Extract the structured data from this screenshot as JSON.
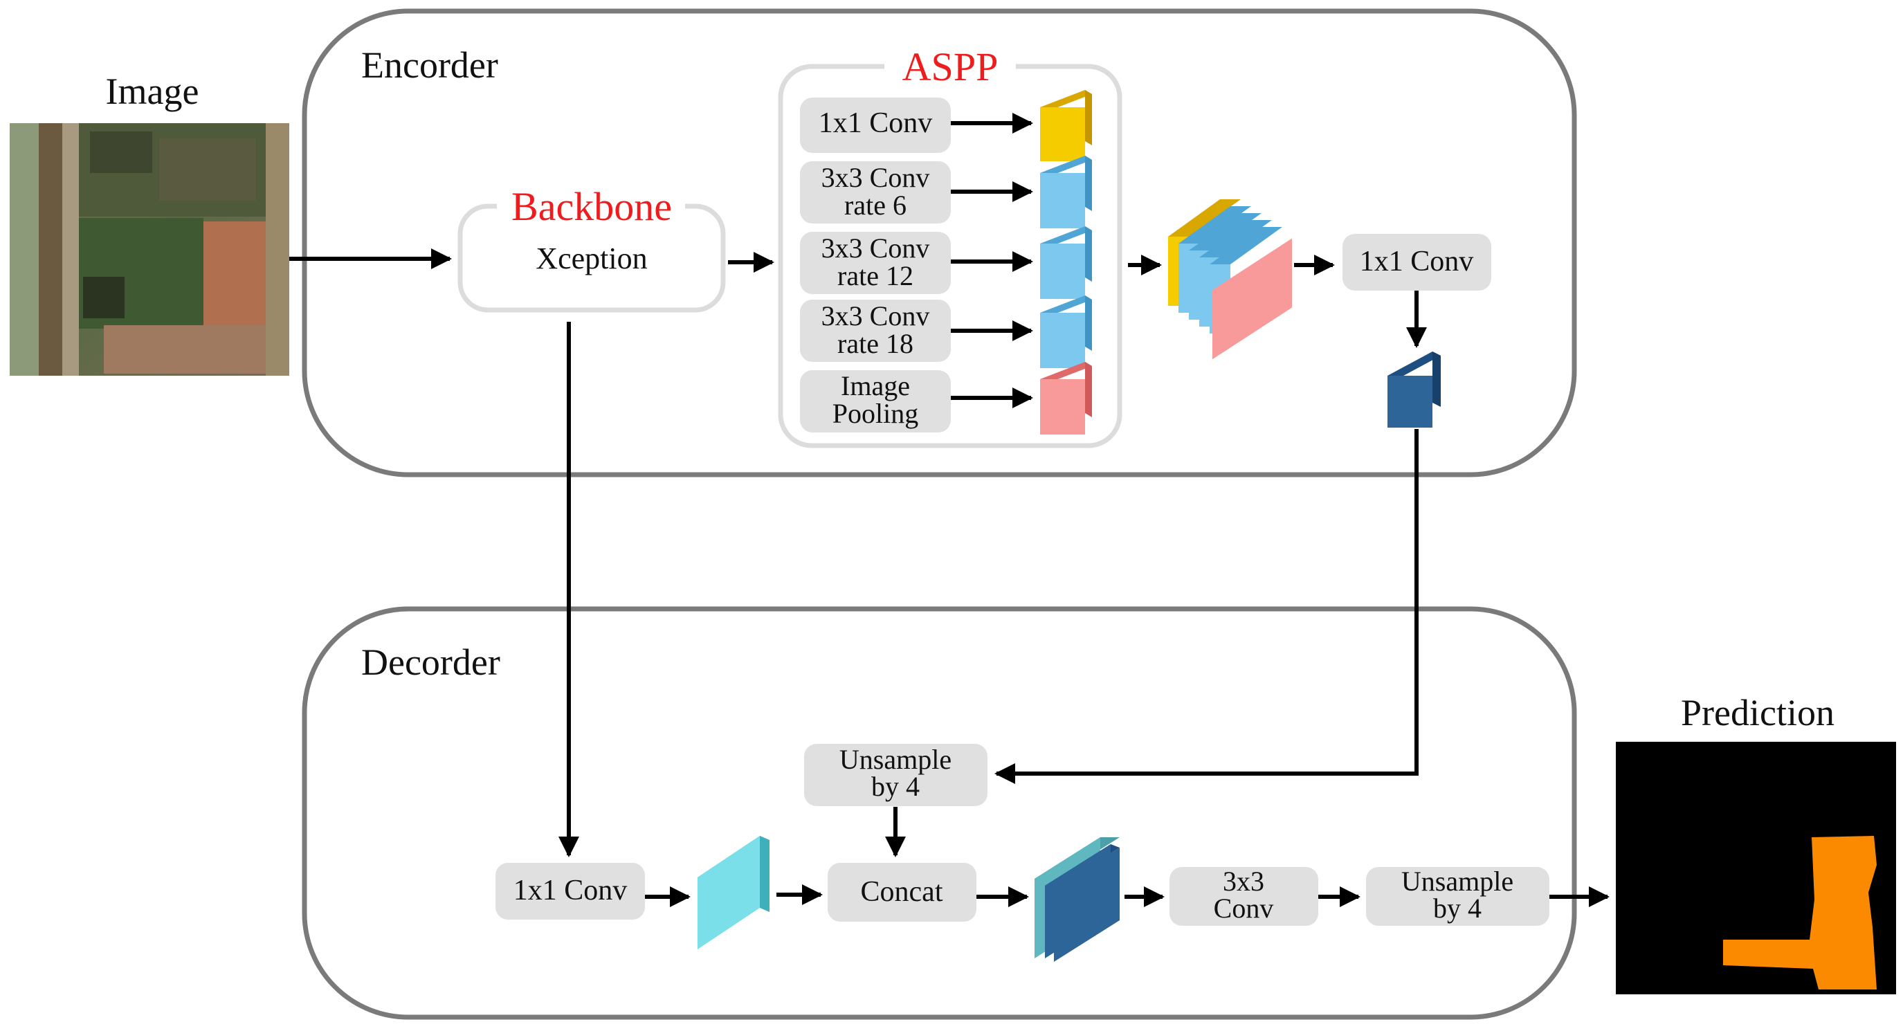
{
  "inputs": {
    "image_title": "Image",
    "prediction_title": "Prediction"
  },
  "encoder": {
    "title": "Encorder",
    "backbone": {
      "title": "Backbone",
      "subtitle": "Xception"
    },
    "aspp": {
      "title": "ASPP",
      "branches": [
        {
          "line1": "1x1 Conv",
          "line2": ""
        },
        {
          "line1": "3x3 Conv",
          "line2": "rate 6"
        },
        {
          "line1": "3x3 Conv",
          "line2": "rate 12"
        },
        {
          "line1": "3x3 Conv",
          "line2": "rate 18"
        },
        {
          "line1": "Image",
          "line2": "Pooling"
        }
      ]
    },
    "post_conv": "1x1 Conv"
  },
  "decoder": {
    "title": "Decorder",
    "upsample_top": {
      "line1": "Unsample",
      "line2": "by 4"
    },
    "low_level_conv": "1x1 Conv",
    "concat": "Concat",
    "conv3x3": {
      "line1": "3x3",
      "line2": "Conv"
    },
    "upsample_out": {
      "line1": "Unsample",
      "line2": "by 4"
    }
  },
  "colors": {
    "yellow": "#f5cc00",
    "blue": "#7cc8ef",
    "pink": "#f89a9a",
    "dark_blue": "#2e6599",
    "cyan": "#7adfe8",
    "label_box": "#e0e0e0",
    "container_stroke": "#7a7a7a",
    "title_red": "#ee1c1c",
    "orange": "#fb8a00"
  }
}
